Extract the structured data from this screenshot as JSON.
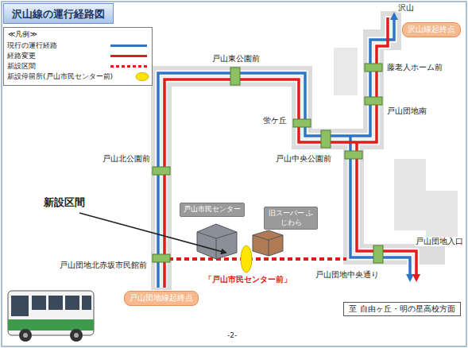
{
  "diagram": {
    "title": "沢山線の運行経路図",
    "nodes": [
      {
        "text": [
          "沢山線起終点"
        ]
      },
      {
        "text": [
          "戸山団地線起終点"
        ]
      },
      {
        "text": [
          "戸山市民センター"
        ]
      },
      {
        "text": [
          "旧スーパー ふじわら"
        ]
      },
      {
        "text": [
          "至 自由ヶ丘・明の星高校方面"
        ]
      }
    ],
    "labels": [
      "沢山",
      "藤老人ホーム前",
      "戸山団地南",
      "戸山東公園前",
      "蛍ケ丘",
      "戸山中央公園前",
      "戸山北公園前",
      "新設区間",
      "戸山団地北赤坂市民館前",
      "「戸山市民センター前」",
      "戸山団地入口",
      "戸山団地中央通り",
      "≪凡例≫",
      "-2-"
    ],
    "legend": [
      {
        "text": "現行の運行経路"
      },
      {
        "text": "経路変更"
      },
      {
        "text": "新設区間"
      },
      {
        "text": "新設停留所(戸山市民センター前)"
      }
    ]
  }
}
